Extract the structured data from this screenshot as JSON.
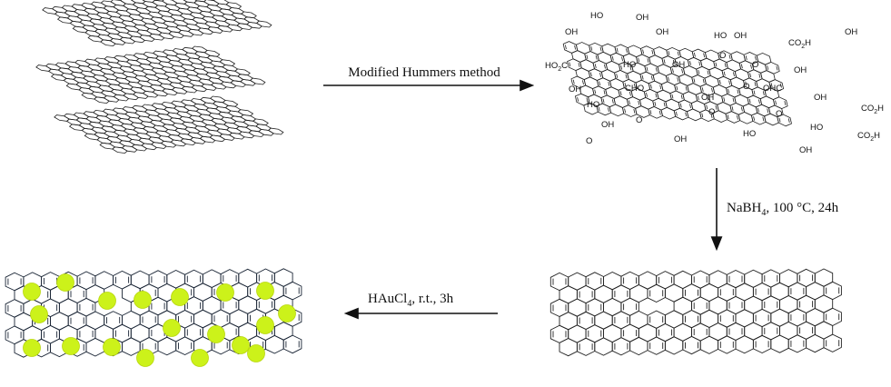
{
  "steps": {
    "step1": {
      "label": "Modified Hummers method"
    },
    "step2": {
      "label_main": "NaBH",
      "label_sub": "4",
      "label_rest": ", 100 °C, 24h"
    },
    "step3": {
      "label_main": "HAuCl",
      "label_sub": "4",
      "label_rest": ", r.t., 3h"
    }
  },
  "graphene_oxide": {
    "groups": [
      "OH",
      "HO",
      "OH",
      "OH",
      "HO",
      "OH",
      "CO2H",
      "OH",
      "HO2C",
      "HO",
      "OH",
      "O",
      "O",
      "OH",
      "OH",
      "CHO",
      "OHC",
      "CO2H",
      "HO",
      "OH",
      "O",
      "O",
      "HO",
      "OH",
      "CO2H",
      "OH",
      "OH",
      "HO",
      "O",
      "O",
      "OH",
      "O"
    ]
  },
  "nanoparticles": {
    "count": 19,
    "color": "#ccf21a"
  },
  "colors": {
    "line": "#222222",
    "arrow": "#111111",
    "au_edge": "#b8d60e"
  }
}
